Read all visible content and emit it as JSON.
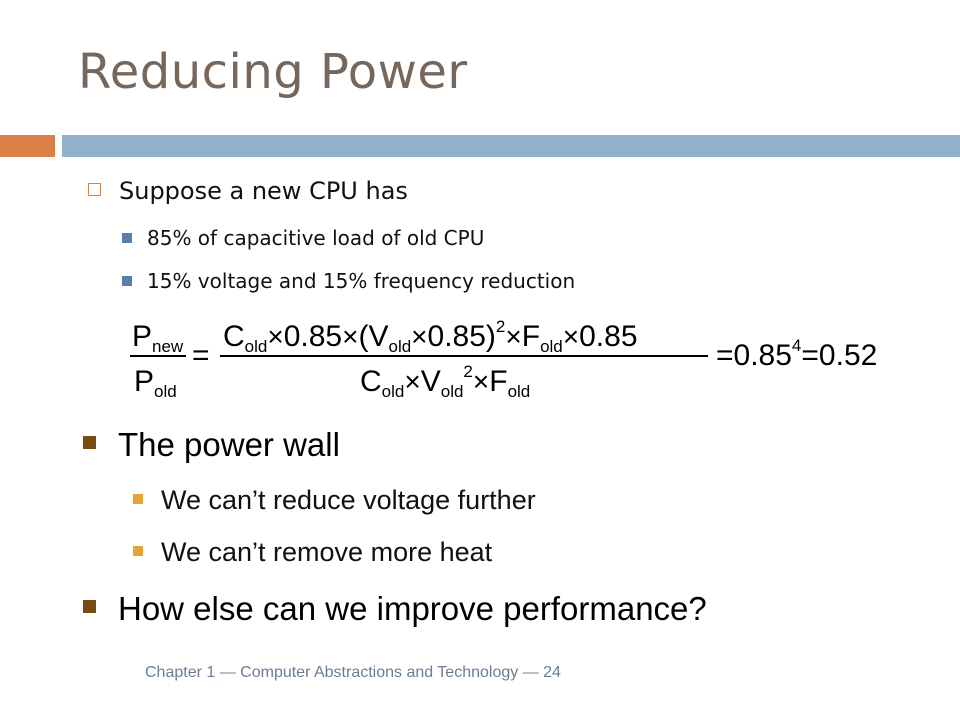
{
  "slide": {
    "title": "Reducing Power",
    "colors": {
      "title": "#77665a",
      "accent_orange": "#dd8047",
      "accent_blue": "#93b1cd"
    }
  },
  "bullets": {
    "level1": "Suppose a new CPU has",
    "level2": [
      "85% of capacitive load of old CPU",
      "15% voltage and 15% frequency reduction"
    ]
  },
  "formula": {
    "lhs_num_var": "P",
    "lhs_num_sub": "new",
    "lhs_den_var": "P",
    "lhs_den_sub": "old",
    "equals": "=",
    "C": "C",
    "V": "V",
    "F": "F",
    "sub_old": "old",
    "times": "×",
    "factor": "0.85",
    "open_paren": "(",
    "close_paren": ")",
    "exp_2": "2",
    "exp_4": "4",
    "result_base": "0.85",
    "result": "0.52"
  },
  "points": [
    {
      "text": "The power wall",
      "sub": [
        "We can’t reduce voltage further",
        "We can’t remove more heat"
      ]
    },
    {
      "text": "How else can we improve performance?"
    }
  ],
  "footer": "Chapter 1 — Computer Abstractions and Technology — 24"
}
